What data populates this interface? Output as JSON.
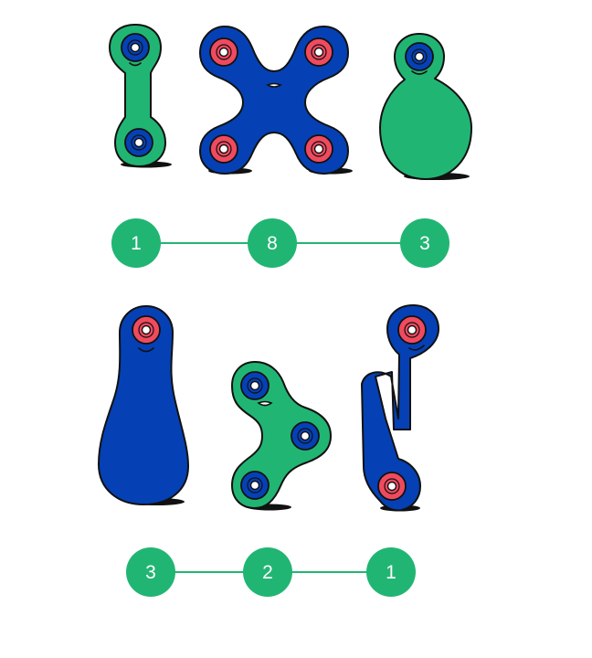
{
  "colors": {
    "green": "#21b573",
    "blue": "#0541b5",
    "red": "#f04a5f",
    "outline": "#111111",
    "shadow": "#111111",
    "line": "#21b573",
    "node_text": "#ffffff"
  },
  "rows": [
    {
      "shapes": [
        {
          "icon": "green-dumbbell-creature-icon",
          "body": "green",
          "joints": "blue"
        },
        {
          "icon": "blue-cross-creature-icon",
          "body": "blue",
          "joints": "red"
        },
        {
          "icon": "green-pear-creature-icon",
          "body": "green",
          "joints": "blue"
        }
      ],
      "nodes": [
        {
          "label": "1"
        },
        {
          "label": "8"
        },
        {
          "label": "3"
        }
      ]
    },
    {
      "shapes": [
        {
          "icon": "blue-bowling-pin-creature-icon",
          "body": "blue",
          "joints": "red"
        },
        {
          "icon": "green-curved-three-joint-creature-icon",
          "body": "green",
          "joints": "blue"
        },
        {
          "icon": "blue-folded-ribbon-creature-icon",
          "body": "blue",
          "joints": "red"
        }
      ],
      "nodes": [
        {
          "label": "3"
        },
        {
          "label": "2"
        },
        {
          "label": "1"
        }
      ]
    }
  ]
}
